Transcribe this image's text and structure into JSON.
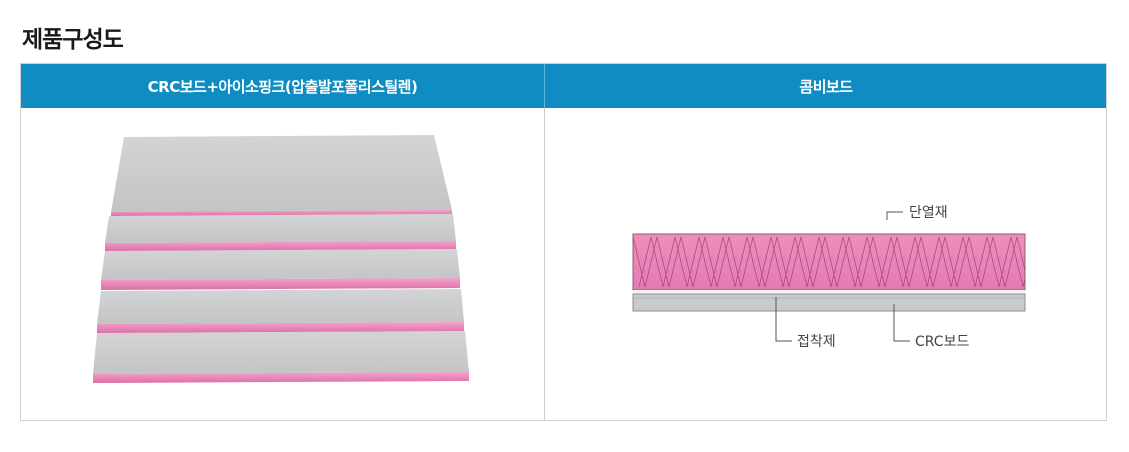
{
  "page": {
    "title": "제품구성도"
  },
  "table": {
    "columns": [
      {
        "header": "CRC보드+아이소핑크(압출발포폴리스틸렌)"
      },
      {
        "header": "콤비보드"
      }
    ]
  },
  "diagram": {
    "labels": {
      "insulation": "단열재",
      "adhesive": "접착제",
      "board": "CRC보드"
    }
  },
  "colors": {
    "header_bg": "#0f8cc1",
    "board_gray": "#c9cacc",
    "insulation_pink": "#e884b7"
  }
}
